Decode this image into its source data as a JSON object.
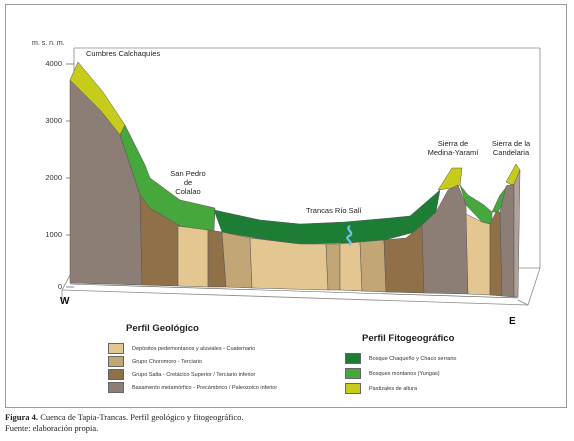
{
  "axis": {
    "unit_label": "m. s. n. m.",
    "ticks": [
      "4000",
      "3000",
      "2000",
      "1000",
      "0"
    ],
    "west_label": "W",
    "east_label": "E"
  },
  "places": {
    "cumbres": "Cumbres Calchaquíes",
    "san_pedro_1": "San Pedro",
    "san_pedro_2": "de",
    "san_pedro_3": "Colalao",
    "trancas": "Trancas Río Salí",
    "medina_1": "Sierra de",
    "medina_2": "Medina-Yaramí",
    "candelaria_1": "Sierra de la",
    "candelaria_2": "Candelaria"
  },
  "legend_geo": {
    "title": "Perfil Geológico",
    "items": [
      {
        "label": "Depósitos pedemontanos y aluviales - Cuaternario",
        "color": "#e4c790"
      },
      {
        "label": "Grupo Choromoro - Terciario",
        "color": "#c2a675"
      },
      {
        "label": "Grupo Salta - Cretácico Superior / Terciario inferior",
        "color": "#8f7048"
      },
      {
        "label": "Basamento metamórfico - Precámbrico / Paleozoico inferior",
        "color": "#8d7e75"
      }
    ]
  },
  "legend_fito": {
    "title": "Perfil Fitogeográfico",
    "items": [
      {
        "label": "Bosque Chaqueño y Chaco serrano",
        "color": "#1e7d34"
      },
      {
        "label": "Bosques montanos (Yungas)",
        "color": "#46a73c"
      },
      {
        "label": "Pastizales de altura",
        "color": "#c7cc1a"
      }
    ]
  },
  "caption": {
    "figure_label": "Figura 4.",
    "figure_text": " Cuenca de Tapia-Trancas. Perfil geológico y fitogeográfico.",
    "source": "Fuente: elaboración propia."
  }
}
